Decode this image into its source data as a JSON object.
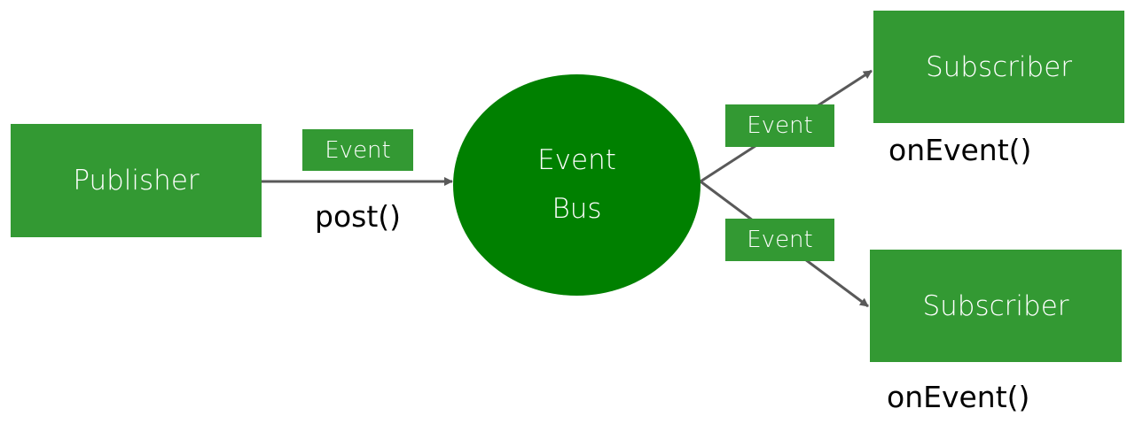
{
  "publisher": {
    "label": "Publisher",
    "method": "post()"
  },
  "event_bus": {
    "line1": "Event",
    "line2": "Bus"
  },
  "event_label": "Event",
  "subscribers": [
    {
      "label": "Subscriber",
      "method": "onEvent()"
    },
    {
      "label": "Subscriber",
      "method": "onEvent()"
    }
  ],
  "colors": {
    "box_green": "#339933",
    "bus_green": "#008000",
    "connector": "#595959"
  }
}
